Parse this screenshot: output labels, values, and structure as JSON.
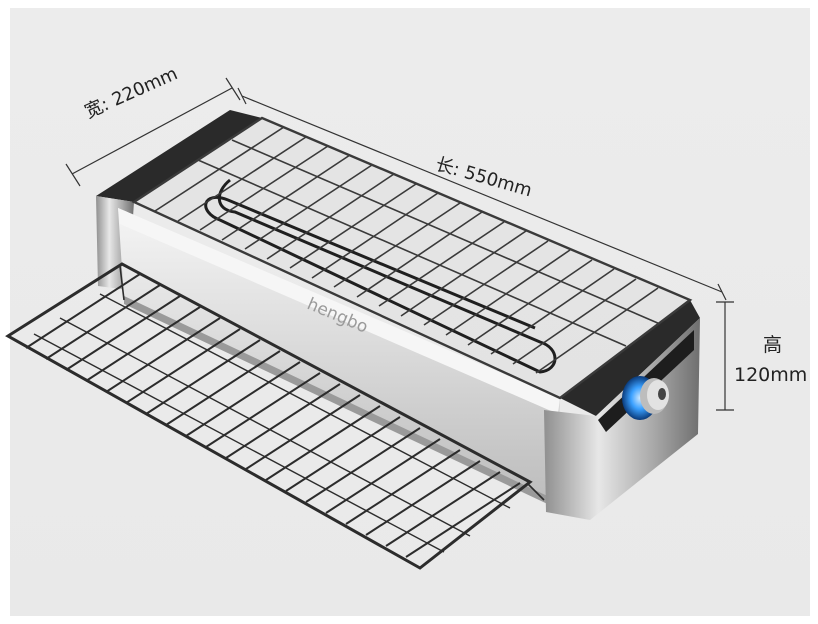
{
  "dimensions": {
    "width": "宽: 220mm",
    "length": "长: 550mm",
    "height_char": "高",
    "height_value": "120mm"
  },
  "brand": "hengbo",
  "colors": {
    "background": "#ededed",
    "frame": "#c9c9c9",
    "dark_cap": "#2a2a2a",
    "knob_glow": "#3aa0ff"
  }
}
